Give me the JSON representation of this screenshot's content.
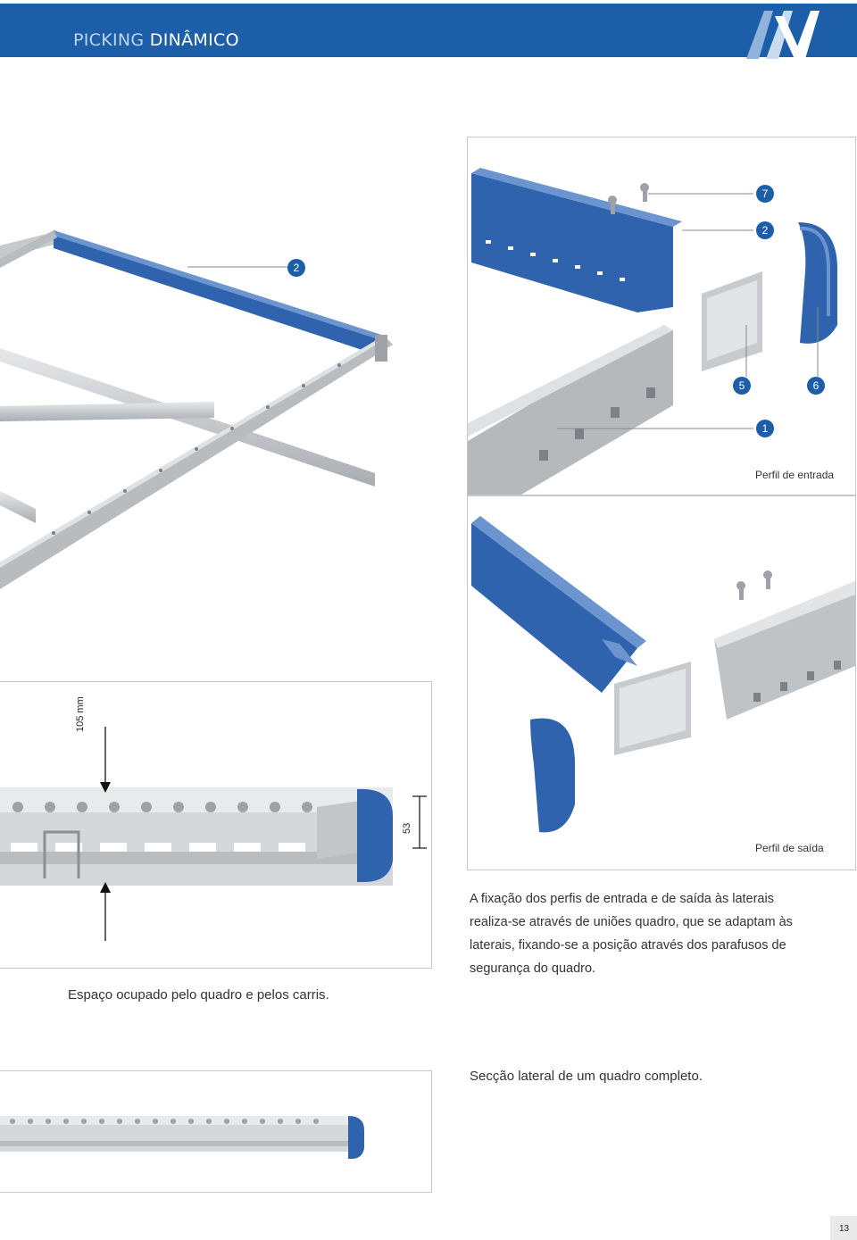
{
  "header": {
    "title_part1": "PICKING",
    "title_part2": "DINÂMICO",
    "logo_icon": "brand-logo-icon",
    "color": "#1d5ea8"
  },
  "figures": {
    "entry_profile_caption": "Perfil de entrada",
    "exit_profile_caption": "Perfil de saída",
    "callouts": [
      "7",
      "2",
      "2",
      "5",
      "6",
      "1"
    ],
    "dimension_height": "105 mm",
    "dimension_profile": "53"
  },
  "body": {
    "paragraph": "A fixação dos perfis de entrada e de saída às laterais realiza-se através de uniões quadro, que se adaptam às laterais, fixando-se a posição através dos parafusos de segurança do quadro."
  },
  "captions": {
    "space_caption": "Espaço ocupado pelo quadro e pelos carris.",
    "section_caption": "Secção lateral de um quadro completo."
  },
  "footer": {
    "page_number": "13"
  }
}
